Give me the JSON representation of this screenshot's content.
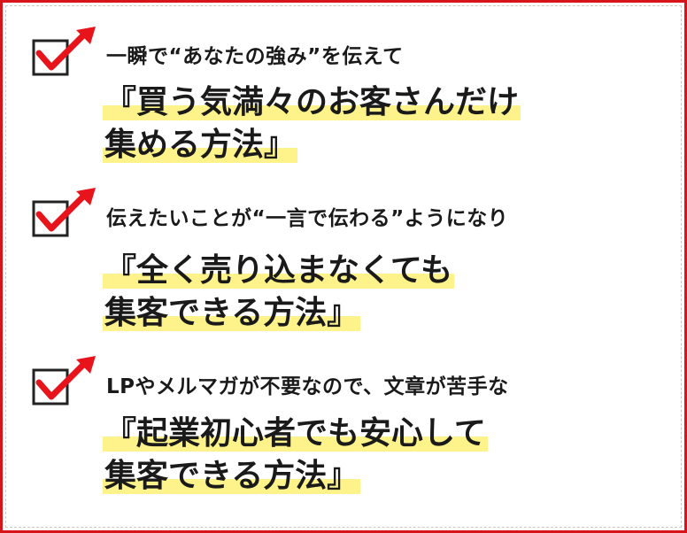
{
  "items": [
    {
      "lead": "一瞬で“あなたの強み”を伝えて",
      "headline_line1": "『買う気満々のお客さんだけ",
      "headline_line2": "集める方法』"
    },
    {
      "lead": "伝えたいことが“一言で伝わる”ようになり",
      "headline_line1": "『全く売り込まなくても",
      "headline_line2": "集客できる方法』"
    },
    {
      "lead": "LPやメルマガが不要なので、文章が苦手な",
      "headline_line1": "『起業初心者でも安心して",
      "headline_line2": "集客できる方法』"
    }
  ],
  "colors": {
    "frame": "#d7141a",
    "checkmark": "#e8141c",
    "highlight": "#fdf38a",
    "text": "#1a1a1a"
  },
  "icons": [
    "checkbox-checked-icon",
    "checkbox-checked-icon",
    "checkbox-checked-icon"
  ]
}
